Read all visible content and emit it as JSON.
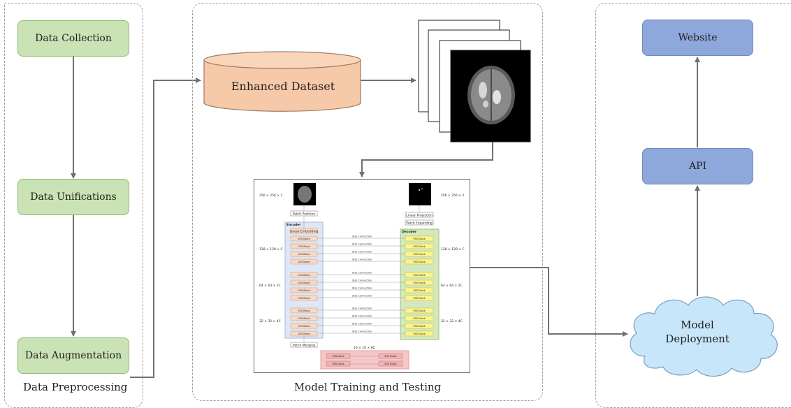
{
  "preprocessing": {
    "label": "Data Preprocessing",
    "steps": [
      "Data Collection",
      "Data Unifications",
      "Data Augmentation"
    ]
  },
  "training": {
    "label": "Model Training and Testing",
    "dataset": "Enhanced Dataset",
    "unet": {
      "input_dim": "256 × 256 × 1",
      "output_dim": "256 × 256 × 2",
      "patch_partition": "Patch Partition",
      "linear_embedding": "Linear Embedding",
      "linear_projection": "Linear Projection",
      "patch_expanding": "Patch Expanding",
      "patch_merging": "Patch Merging",
      "encoder": "Encoder",
      "decoder": "Decoder",
      "block": "VSS Block",
      "skip": "Skip Connection",
      "levels": [
        "128 × 128 × C",
        "64 × 64 × 2C",
        "32 × 32 × 4C"
      ],
      "bottleneck": "16 × 16 × 8C"
    }
  },
  "deployment": {
    "steps": [
      "Website",
      "API"
    ],
    "cloud": [
      "Model",
      "Deployment"
    ]
  },
  "colors": {
    "green_box": "#c9e3b4",
    "blue_box": "#8ea8dc",
    "dataset_cylinder": "#f6c9a8",
    "cloud": "#c8e6fa",
    "encoder": "#dfe6f5",
    "decoder": "#d3e8bd",
    "vss_encoder": "#f9d9c4",
    "vss_decoder": "#fbf58a",
    "bottleneck": "#f7c7c7"
  }
}
